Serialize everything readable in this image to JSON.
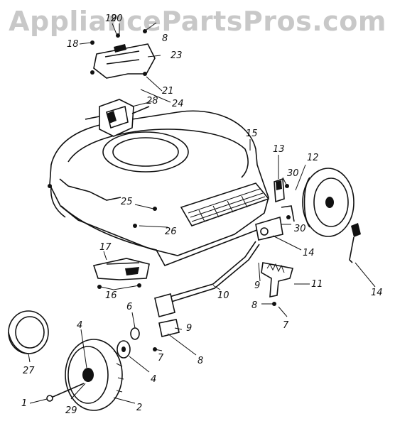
{
  "watermark": "AppliancePartsPros.com",
  "colors": {
    "ink": "#111111",
    "watermark": "#c8c8c8",
    "background": "#ffffff"
  },
  "callouts": [
    {
      "id": "c19",
      "label": "19"
    },
    {
      "id": "c20",
      "label": "20"
    },
    {
      "id": "c8a",
      "label": "8"
    },
    {
      "id": "c18",
      "label": "18"
    },
    {
      "id": "c23",
      "label": "23"
    },
    {
      "id": "c21",
      "label": "21"
    },
    {
      "id": "c24",
      "label": "24"
    },
    {
      "id": "c28",
      "label": "28"
    },
    {
      "id": "c15",
      "label": "15"
    },
    {
      "id": "c13",
      "label": "13"
    },
    {
      "id": "c12",
      "label": "12"
    },
    {
      "id": "c30a",
      "label": "30"
    },
    {
      "id": "c25",
      "label": "25"
    },
    {
      "id": "c26",
      "label": "26"
    },
    {
      "id": "c30b",
      "label": "30"
    },
    {
      "id": "c14a",
      "label": "14"
    },
    {
      "id": "c14b",
      "label": "14"
    },
    {
      "id": "c17",
      "label": "17"
    },
    {
      "id": "c9a",
      "label": "9"
    },
    {
      "id": "c11",
      "label": "11"
    },
    {
      "id": "c16",
      "label": "16"
    },
    {
      "id": "c10",
      "label": "10"
    },
    {
      "id": "c8b",
      "label": "8"
    },
    {
      "id": "c6",
      "label": "6"
    },
    {
      "id": "c7a",
      "label": "7"
    },
    {
      "id": "c9b",
      "label": "9"
    },
    {
      "id": "c4a",
      "label": "4"
    },
    {
      "id": "c7b",
      "label": "7"
    },
    {
      "id": "c8c",
      "label": "8"
    },
    {
      "id": "c27",
      "label": "27"
    },
    {
      "id": "c4b",
      "label": "4"
    },
    {
      "id": "c1",
      "label": "1"
    },
    {
      "id": "c29",
      "label": "29"
    },
    {
      "id": "c2",
      "label": "2"
    }
  ]
}
